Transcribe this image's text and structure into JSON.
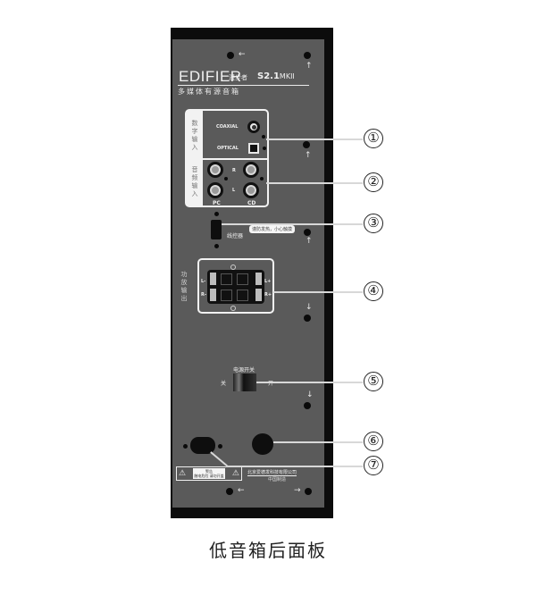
{
  "panel": {
    "brand": "EDIFIER",
    "brand_cn": "漫步者",
    "model_main": "S2.1",
    "model_suffix": "MKII",
    "subtitle": "多媒体有源音箱",
    "arrows": {
      "left": "←",
      "right": "→",
      "up": "↑",
      "down": "↓"
    }
  },
  "digital_input": {
    "section_label": "数字输入",
    "coaxial_label": "COAXIAL",
    "optical_label": "OPTICAL"
  },
  "audio_input": {
    "section_label": "音频输入",
    "right_label": "R",
    "left_label": "L",
    "pc_label": "PC",
    "cd_label": "CD"
  },
  "controller": {
    "label": "线控器",
    "warning": "谨防发热，小心触摸"
  },
  "speaker_output": {
    "section_label": "功放输出",
    "left_minus": "L-",
    "left_plus": "L+",
    "right_minus": "R-",
    "right_plus": "R+"
  },
  "power_switch": {
    "label": "电源开关",
    "off_label": "关",
    "on_label": "开"
  },
  "bottom": {
    "warning_title": "警告",
    "warning_text": "触电危险 请勿开盖",
    "company": "北京爱德发科技有限公司",
    "made_in": "中国制造"
  },
  "callouts": [
    "①",
    "②",
    "③",
    "④",
    "⑤",
    "⑥",
    "⑦"
  ],
  "caption": "低音箱后面板",
  "colors": {
    "frame": "#0c0c0c",
    "panel": "#5a5a5a",
    "label_white": "#f2f2f2",
    "callout": "#222222"
  }
}
